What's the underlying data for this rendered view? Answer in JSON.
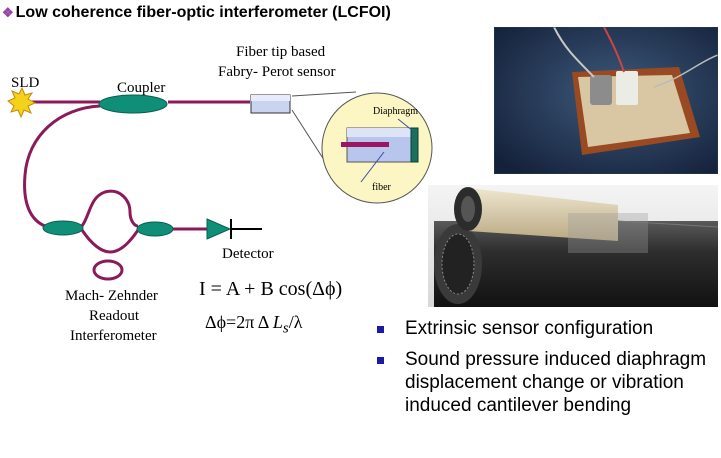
{
  "title": "Low coherence fiber-optic interferometer (LCFOI)",
  "title_bullet": "❖",
  "labels": {
    "fp_sensor_line1": "Fiber tip based",
    "fp_sensor_line2": "Fabry- Perot sensor",
    "sld": "SLD",
    "coupler": "Coupler",
    "detector": "Detector",
    "diaphragm": "Diaphragm",
    "fiber": "fiber",
    "mz_line1": "Mach- Zehnder",
    "mz_line2": "Readout",
    "mz_line3": "Interferometer"
  },
  "equations": {
    "eq1": "I = A + B cos(Δϕ)",
    "eq2_a": "Δϕ=2π Δ ",
    "eq2_L": "L",
    "eq2_sub": "s",
    "eq2_b": "/λ"
  },
  "bullets": [
    "Extrinsic sensor configuration",
    "Sound pressure induced diaphragm displacement change or vibration induced cantilever bending"
  ],
  "colors": {
    "fiber": "#8b1a5a",
    "coupler": "#0f8f78",
    "bullet": "#1a1aa8",
    "title_bullet": "#9b3fa8",
    "callout": "#fbf6c4"
  }
}
